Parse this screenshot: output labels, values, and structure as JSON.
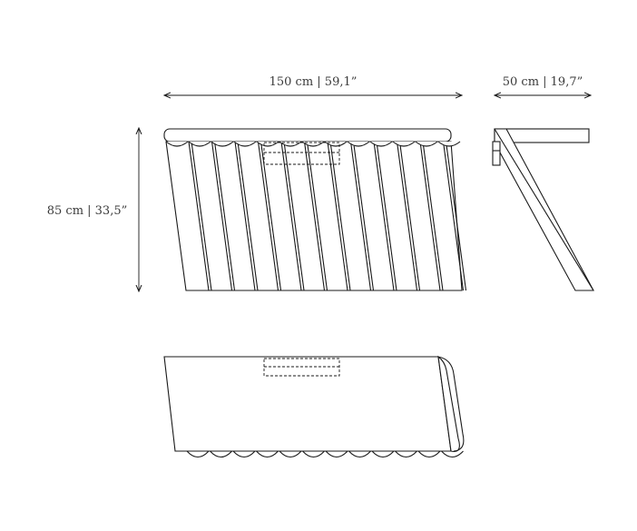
{
  "dimensions": {
    "width_label": "150 cm | 59,1”",
    "depth_label": "50 cm | 19,7”",
    "height_label": "85 cm | 33,5”"
  },
  "colors": {
    "line": "#1a1a1a",
    "text": "#3a3a3a",
    "background": "#ffffff"
  }
}
